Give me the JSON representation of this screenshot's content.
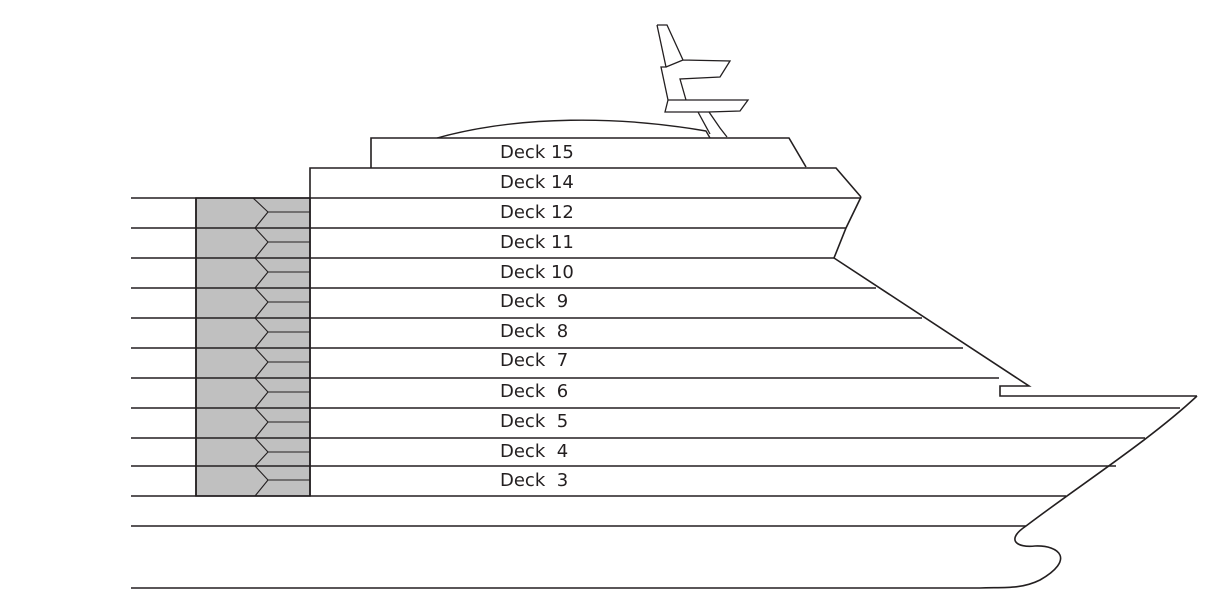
{
  "decks": [
    {
      "id": "deck-15",
      "label": "Deck 15"
    },
    {
      "id": "deck-14",
      "label": "Deck 14"
    },
    {
      "id": "deck-12",
      "label": "Deck 12"
    },
    {
      "id": "deck-11",
      "label": "Deck 11"
    },
    {
      "id": "deck-10",
      "label": "Deck 10"
    },
    {
      "id": "deck-9",
      "label": "Deck  9"
    },
    {
      "id": "deck-8",
      "label": "Deck  8"
    },
    {
      "id": "deck-7",
      "label": "Deck  7"
    },
    {
      "id": "deck-6",
      "label": "Deck  6"
    },
    {
      "id": "deck-5",
      "label": "Deck  5"
    },
    {
      "id": "deck-4",
      "label": "Deck  4"
    },
    {
      "id": "deck-3",
      "label": "Deck  3"
    }
  ],
  "colors": {
    "outline": "#231f20",
    "elevator_fill": "#c0c0c0",
    "background": "#ffffff"
  }
}
